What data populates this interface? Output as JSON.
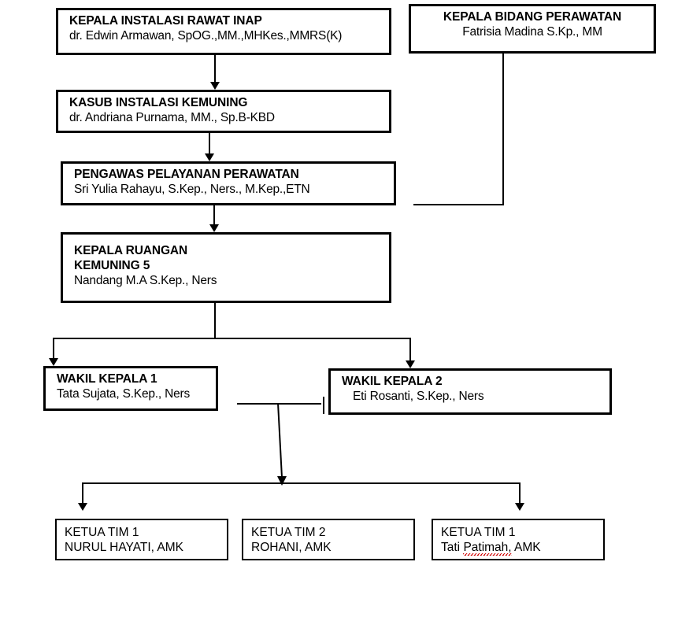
{
  "diagram": {
    "type": "organizational-chart",
    "title_context": "Struktur Organisasi Ruang Kemuning 5",
    "nodes": [
      {
        "id": "kepala-instalasi-rawat-inap",
        "title": "KEPALA INSTALASI RAWAT INAP",
        "name": "dr. Edwin Armawan, SpOG.,MM.,MHKes.,MMRS(K)"
      },
      {
        "id": "kepala-bidang-perawatan",
        "title": "KEPALA BIDANG PERAWATAN",
        "name": "Fatrisia Madina S.Kp., MM"
      },
      {
        "id": "kasub-instalasi-kemuning",
        "title": "KASUB INSTALASI KEMUNING",
        "name": "dr. Andriana Purnama, MM., Sp.B-KBD"
      },
      {
        "id": "pengawas-pelayanan-perawatan",
        "title": "PENGAWAS PELAYANAN PERAWATAN",
        "name": "Sri Yulia Rahayu, S.Kep., Ners., M.Kep.,ETN"
      },
      {
        "id": "kepala-ruangan-kemuning-5",
        "title_line1": "KEPALA RUANGAN",
        "title_line2": "KEMUNING 5",
        "name": "Nandang M.A S.Kep., Ners"
      },
      {
        "id": "wakil-kepala-1",
        "title": "WAKIL KEPALA 1",
        "name": "Tata Sujata, S.Kep., Ners"
      },
      {
        "id": "wakil-kepala-2",
        "title": "WAKIL KEPALA 2",
        "name": "Eti Rosanti, S.Kep., Ners"
      },
      {
        "id": "ketua-tim-1",
        "title": "KETUA TIM 1",
        "name": "NURUL HAYATI, AMK"
      },
      {
        "id": "ketua-tim-2",
        "title": "KETUA TIM 2",
        "name": "ROHANI, AMK"
      },
      {
        "id": "ketua-tim-1-b",
        "title": "KETUA TIM 1",
        "name_part1": "Tati ",
        "name_misspelled": "Patimah,",
        "name_part2": " AMK"
      }
    ],
    "colors": {
      "box_border": "#000000",
      "connector": "#000000",
      "background": "#ffffff",
      "text": "#000000",
      "spellcheck_underline": "#d00000"
    }
  }
}
